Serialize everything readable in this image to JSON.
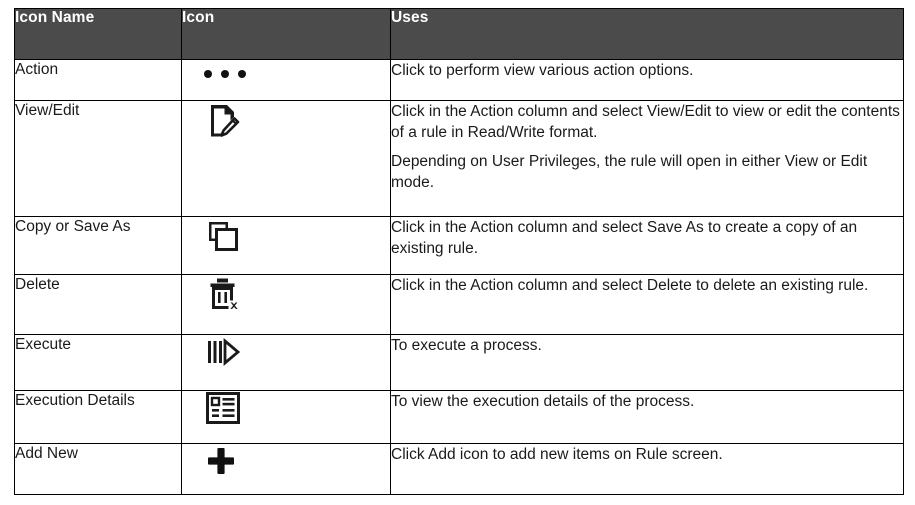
{
  "table": {
    "headers": {
      "col_name": "Icon Name",
      "col_icon": "Icon",
      "col_uses": "Uses"
    },
    "header_bg": "#4b4b4b",
    "header_fg": "#ffffff",
    "border_color": "#000000",
    "rows": [
      {
        "name": "Action",
        "icon": "three-dots-icon",
        "uses": [
          "Click to perform view various action options."
        ]
      },
      {
        "name": "View/Edit",
        "icon": "document-pencil-icon",
        "uses": [
          "Click in the Action column and select View/Edit to view or edit the contents of a rule in Read/Write format.",
          "Depending on User Privileges, the rule will open in either View or Edit mode."
        ]
      },
      {
        "name": "Copy or Save As",
        "icon": "copy-icon",
        "uses": [
          "Click in the Action column and select Save As to create a copy of an existing rule."
        ]
      },
      {
        "name": "Delete",
        "icon": "trash-delete-icon",
        "uses": [
          "Click in the Action column and select Delete to delete an existing rule."
        ]
      },
      {
        "name": "Execute",
        "icon": "execute-play-icon",
        "uses": [
          "To execute a process."
        ]
      },
      {
        "name": "Execution Details",
        "icon": "execution-details-list-icon",
        "uses": [
          "To view the execution details of the process."
        ]
      },
      {
        "name": "Add New",
        "icon": "plus-add-icon",
        "uses": [
          "Click Add icon to add new items on Rule screen."
        ]
      }
    ]
  }
}
